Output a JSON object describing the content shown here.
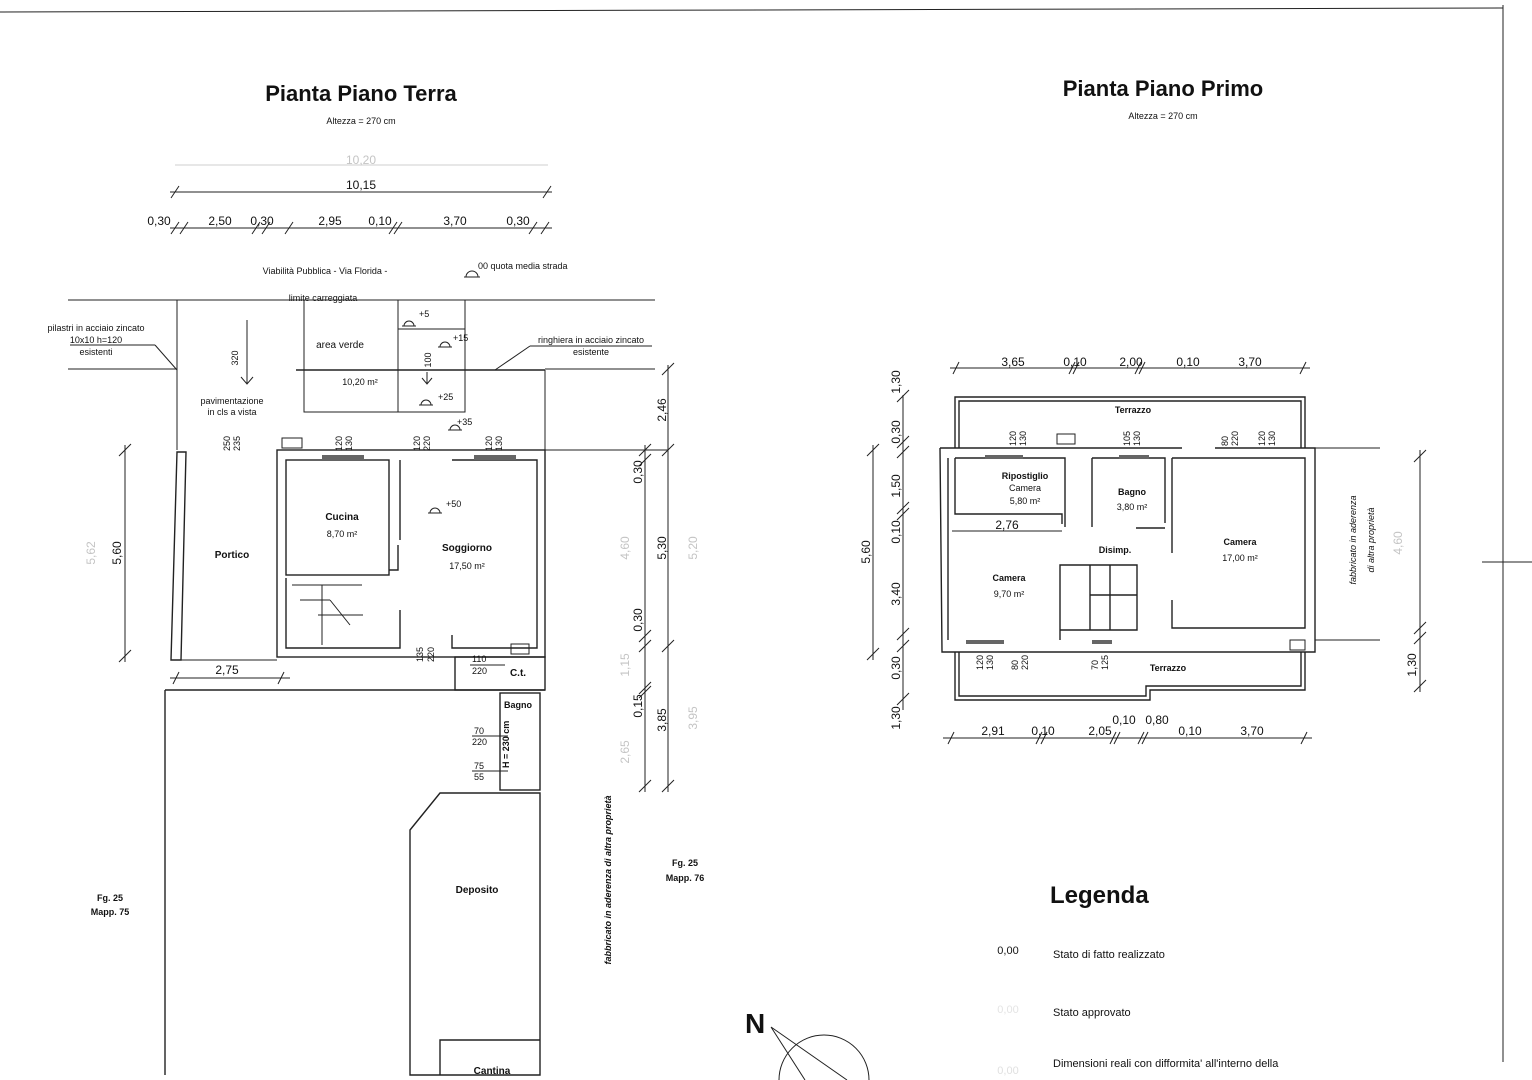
{
  "ground": {
    "title": "Pianta Piano Terra",
    "height_note": "Altezza = 270 cm",
    "dim_total_faint": "10,20",
    "dim_total": "10,15",
    "dims_top": [
      "0,30",
      "2,50",
      "0,30",
      "2,95",
      "0,10",
      "3,70",
      "0,30"
    ],
    "street": "Viabilità Pubblica  - Via Florida -",
    "street_level": "00 quota media strada",
    "road_limit": "limite carreggiata",
    "pillars_note": [
      "pilastri in acciaio zincato",
      "10x10 h=120",
      "esistenti"
    ],
    "railing_note": [
      "ringhiera in acciaio zincato",
      "esistente"
    ],
    "green_area": "area verde",
    "green_area_size": "10,20 m²",
    "levels": [
      "+5",
      "+15",
      "+25",
      "+35",
      "+50"
    ],
    "ramp_100": "100",
    "ramp_320": "320",
    "paving": [
      "pavimentazione",
      "in cls a vista"
    ],
    "rooms": {
      "portico": "Portico",
      "cucina": "Cucina",
      "cucina_area": "8,70 m²",
      "soggiorno": "Soggiorno",
      "soggiorno_area": "17,50 m²",
      "ct": "C.t.",
      "bagno": "Bagno",
      "deposito": "Deposito",
      "cantina": "Cantina"
    },
    "openings": [
      [
        "250",
        "235"
      ],
      [
        "120",
        "130"
      ],
      [
        "120",
        "220"
      ],
      [
        "120",
        "130"
      ],
      [
        "135",
        "220"
      ],
      [
        "110",
        "220"
      ],
      [
        "70",
        "220"
      ],
      [
        "75",
        "55"
      ]
    ],
    "bath_height": "H = 230 cm",
    "dim_left": "5,60",
    "dim_left_faint": "5,62",
    "dim_portico": "2,75",
    "dims_right_inner": [
      "0,30",
      "0,30",
      "0,15"
    ],
    "dims_right_inner_faint": [
      "4,60",
      "1,15",
      "2,65"
    ],
    "dims_right_outer": [
      "2,46",
      "5,30",
      "3,85"
    ],
    "dims_right_outer_faint": [
      "5,20",
      "3,95"
    ],
    "adjacent_note": "fabbricato in aderenza di altra proprietà",
    "parcel_right": [
      "Fg. 25",
      "Mapp. 76"
    ],
    "parcel_left": [
      "Fg. 25",
      "Mapp. 75"
    ]
  },
  "first": {
    "title": "Pianta Piano Primo",
    "height_note": "Altezza = 270 cm",
    "dims_top": [
      "3,65",
      "0,10",
      "2,00",
      "0,10",
      "3,70"
    ],
    "dims_bottom": [
      "2,91",
      "0,10",
      "2,05",
      "0,10",
      "0,80",
      "0,10",
      "3,70"
    ],
    "dims_left": [
      "1,30",
      "0,30",
      "1,50",
      "0,10",
      "3,40",
      "0,30",
      "1,30"
    ],
    "dim_left_total": "5,60",
    "dim_right": "1,30",
    "dim_right_faint": "4,60",
    "dim_inner": "2,76",
    "rooms": {
      "terrazzo_top": "Terrazzo",
      "terrazzo_bottom": "Terrazzo",
      "ripostiglio": "Ripostiglio",
      "ripostiglio_old": "Camera",
      "ripostiglio_area": "5,80 m²",
      "bagno": "Bagno",
      "bagno_area": "3,80 m²",
      "camera_big": "Camera",
      "camera_big_area": "17,00 m²",
      "disimpegno": "Disimp.",
      "camera_small": "Camera",
      "camera_small_area": "9,70 m²"
    },
    "openings": [
      [
        "120",
        "130"
      ],
      [
        "105",
        "130"
      ],
      [
        "80",
        "220"
      ],
      [
        "120",
        "130"
      ],
      [
        "120",
        "130"
      ],
      [
        "80",
        "220"
      ],
      [
        "70",
        "125"
      ]
    ],
    "adjacent_note": [
      "fabbricato in aderenza",
      "di altra proprietà"
    ]
  },
  "legend": {
    "title": "Legenda",
    "items": [
      {
        "sample": "0,00",
        "label": "Stato di fatto realizzato"
      },
      {
        "sample": "0,00",
        "label": "Stato approvato"
      },
      {
        "sample": "0,00",
        "label": "Dimensioni reali con difformita' all'interno della"
      }
    ]
  },
  "north": "N"
}
